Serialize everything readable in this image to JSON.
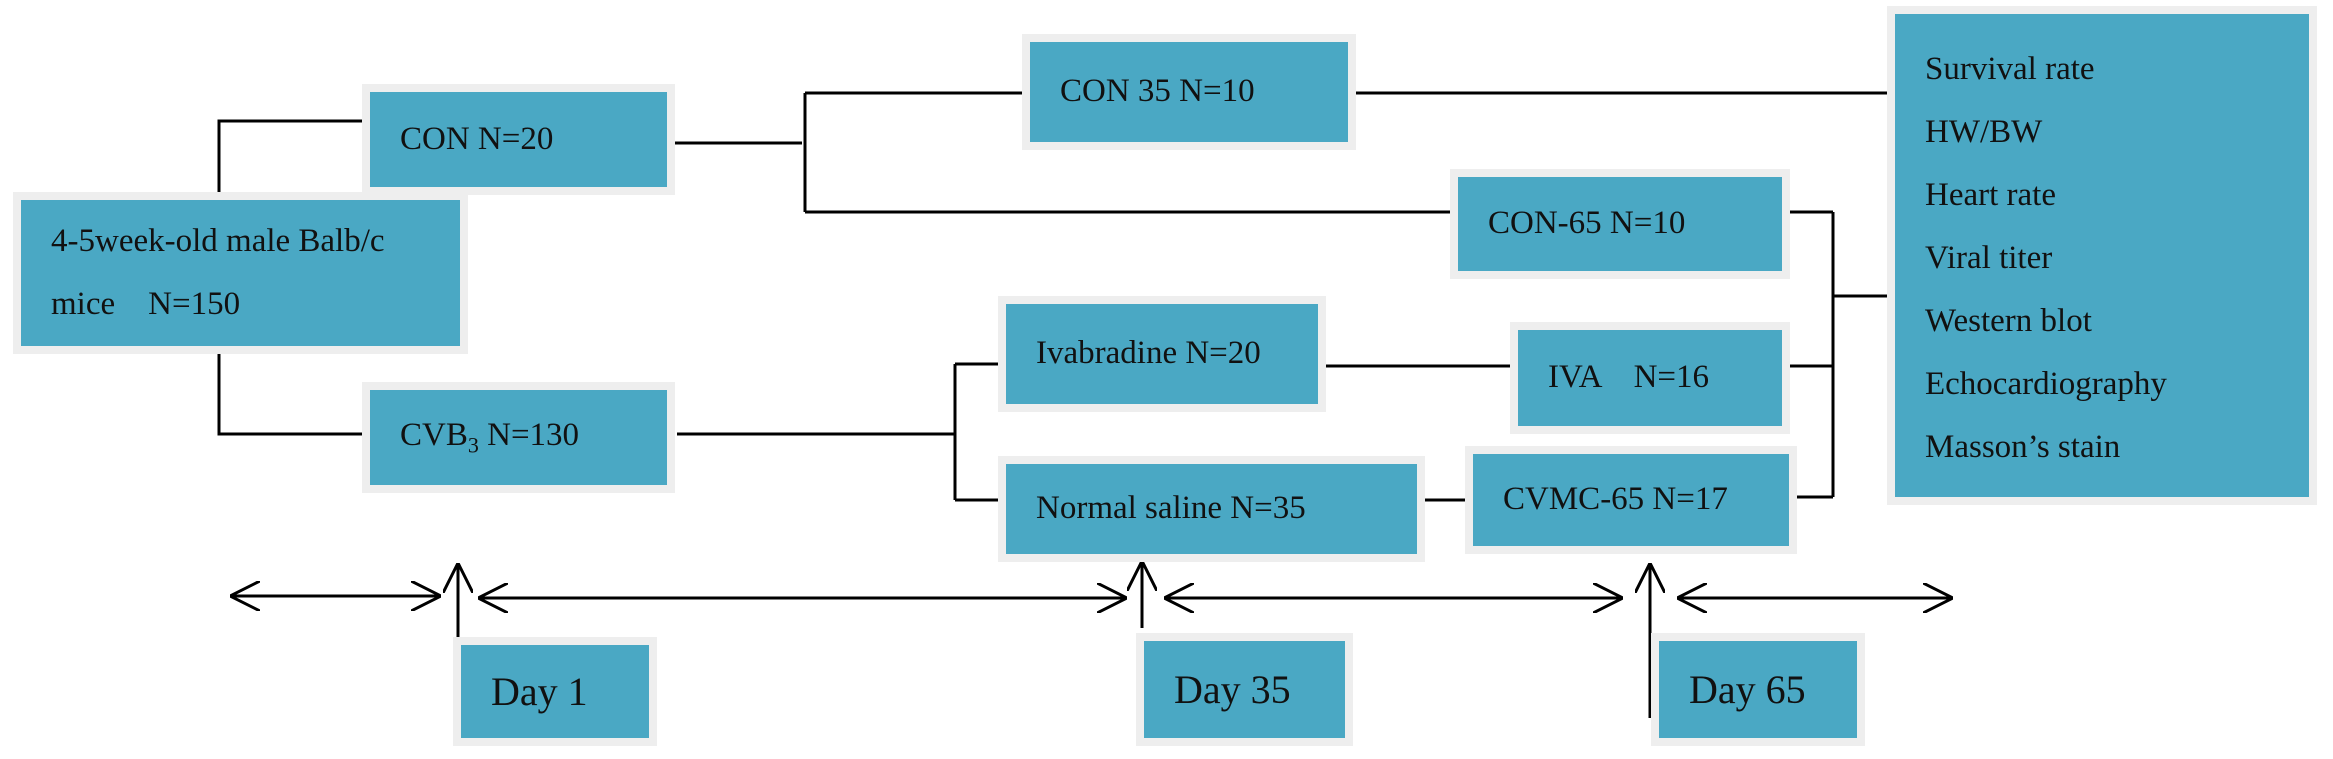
{
  "colors": {
    "box_fill": "#4aa8c4",
    "box_border": "#eeeeee",
    "line": "#000000"
  },
  "start": {
    "line1": "4-5week-old male Balb/c",
    "line2": "mice    N=150"
  },
  "groups": {
    "con": "CON N=20",
    "cvb3_prefix": "CVB",
    "cvb3_sub": "3",
    "cvb3_suffix": " N=130",
    "con35": "CON 35 N=10",
    "con65": "CON-65 N=10",
    "ivabradine": "Ivabradine N=20",
    "saline": "Normal saline N=35",
    "iva": "IVA    N=16",
    "cvmc65": "CVMC-65 N=17"
  },
  "outcomes": [
    "Survival rate",
    "HW/BW",
    "Heart rate",
    "Viral titer",
    "Western blot",
    "Echocardiography",
    "Masson’s stain"
  ],
  "days": [
    "Day 1",
    "Day 35",
    "Day 65"
  ]
}
